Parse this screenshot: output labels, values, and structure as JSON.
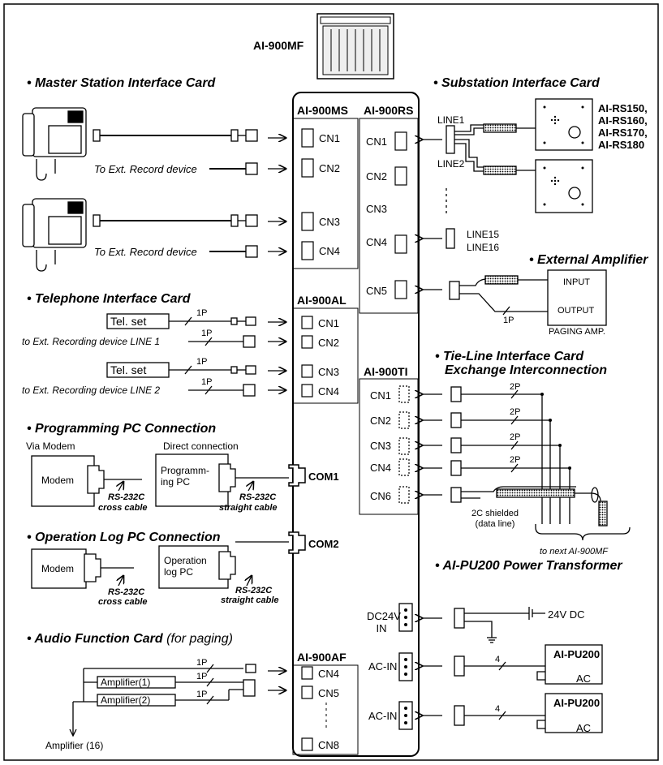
{
  "main_unit": {
    "name": "AI-900MF"
  },
  "sections": {
    "master_station": "• Master Station Interface Card",
    "substation": "• Substation Interface Card",
    "external_amplifier": "• External Amplifier",
    "telephone": "• Telephone Interface Card",
    "tie_line_1": "• Tie-Line Interface Card",
    "tie_line_2": "Exchange Interconnection",
    "programming_pc": "• Programming PC Connection",
    "operation_log_pc": "• Operation Log PC Connection",
    "power_transformer": "• AI-PU200 Power Transformer",
    "audio_function": "• Audio Function Card",
    "audio_function_note": "(for paging)"
  },
  "cards": {
    "ms": {
      "name": "AI-900MS",
      "connectors": [
        "CN1",
        "CN2",
        "CN3",
        "CN4"
      ]
    },
    "rs": {
      "name": "AI-900RS",
      "connectors": [
        "CN1",
        "CN2",
        "CN3",
        "CN4",
        "CN5"
      ]
    },
    "al": {
      "name": "AI-900AL",
      "connectors": [
        "CN1",
        "CN2",
        "CN3",
        "CN4"
      ]
    },
    "ti": {
      "name": "AI-900TI",
      "connectors": [
        "CN1",
        "CN2",
        "CN3",
        "CN4",
        "CN6"
      ]
    },
    "af": {
      "name": "AI-900AF",
      "connectors": [
        "CN4",
        "CN5",
        "CN8"
      ]
    }
  },
  "ports": {
    "com1": "COM1",
    "com2": "COM2"
  },
  "power": {
    "dc24v_in_1": "DC24V",
    "dc24v_in_2": "IN",
    "ac_in": "AC-IN",
    "dc_label": "24V DC"
  },
  "labels": {
    "ext_record": "To Ext. Record device",
    "tel_set": "Tel. set",
    "wire_1p": "1P",
    "wire_2p": "2P",
    "wire_4": "4",
    "rec_line1": "to Ext. Recording device LINE 1",
    "rec_line2": "to Ext. Recording device LINE 2",
    "line1": "LINE1",
    "line2": "LINE2",
    "line15": "LINE15",
    "line16": "LINE16",
    "substation_models": [
      "AI-RS150,",
      "AI-RS160,",
      "AI-RS170,",
      "AI-RS180"
    ],
    "input": "INPUT",
    "output": "OUTPUT",
    "paging_amp": "PAGING AMP.",
    "via_modem": "Via Modem",
    "direct": "Direct connection",
    "modem": "Modem",
    "prog_pc_1": "Programm-",
    "prog_pc_2": "ing PC",
    "oplog_pc_1": "Operation",
    "oplog_pc_2": "log PC",
    "rs232c": "RS-232C",
    "cross_cable": "cross cable",
    "straight_cable": "straight cable",
    "shielded_1": "2C shielded",
    "shielded_2": "(data line)",
    "next_unit": "to next AI-900MF",
    "pu200": "AI-PU200",
    "ac": "AC",
    "amp1": "Amplifier(1)",
    "amp2": "Amplifier(2)",
    "amp16": "Amplifier (16)"
  }
}
